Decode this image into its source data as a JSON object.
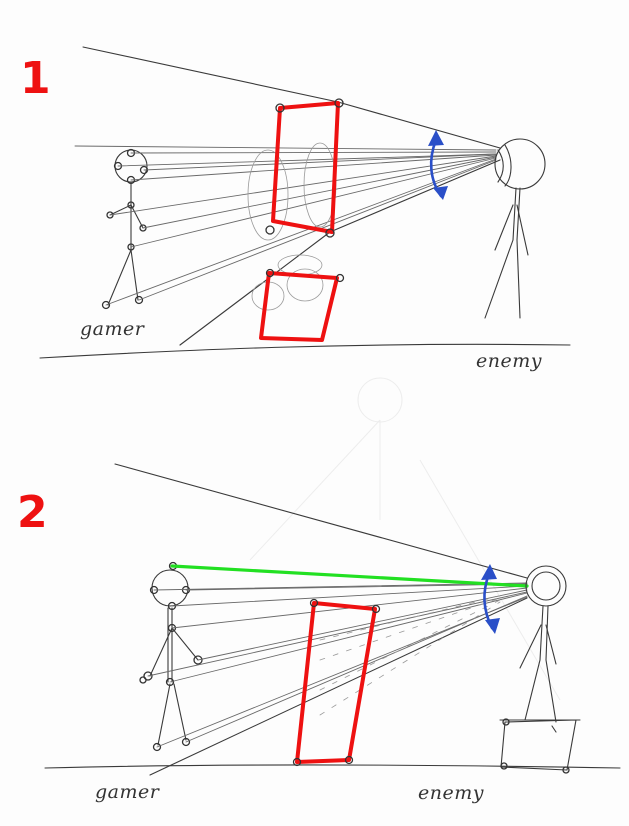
{
  "panels": [
    {
      "number": "1",
      "labels": {
        "left": "gamer",
        "right": "enemy"
      }
    },
    {
      "number": "2",
      "labels": {
        "left": "gamer",
        "right": "enemy"
      }
    }
  ],
  "colors": {
    "panel_number": "#ee1111",
    "obstacle_outline": "#ee1111",
    "clear_sightline": "#22e022",
    "vertical_arrow": "#2a4fc8",
    "pencil": "#3a3a3a"
  },
  "icons": [
    "stick-figure",
    "double-headed-arrow"
  ]
}
